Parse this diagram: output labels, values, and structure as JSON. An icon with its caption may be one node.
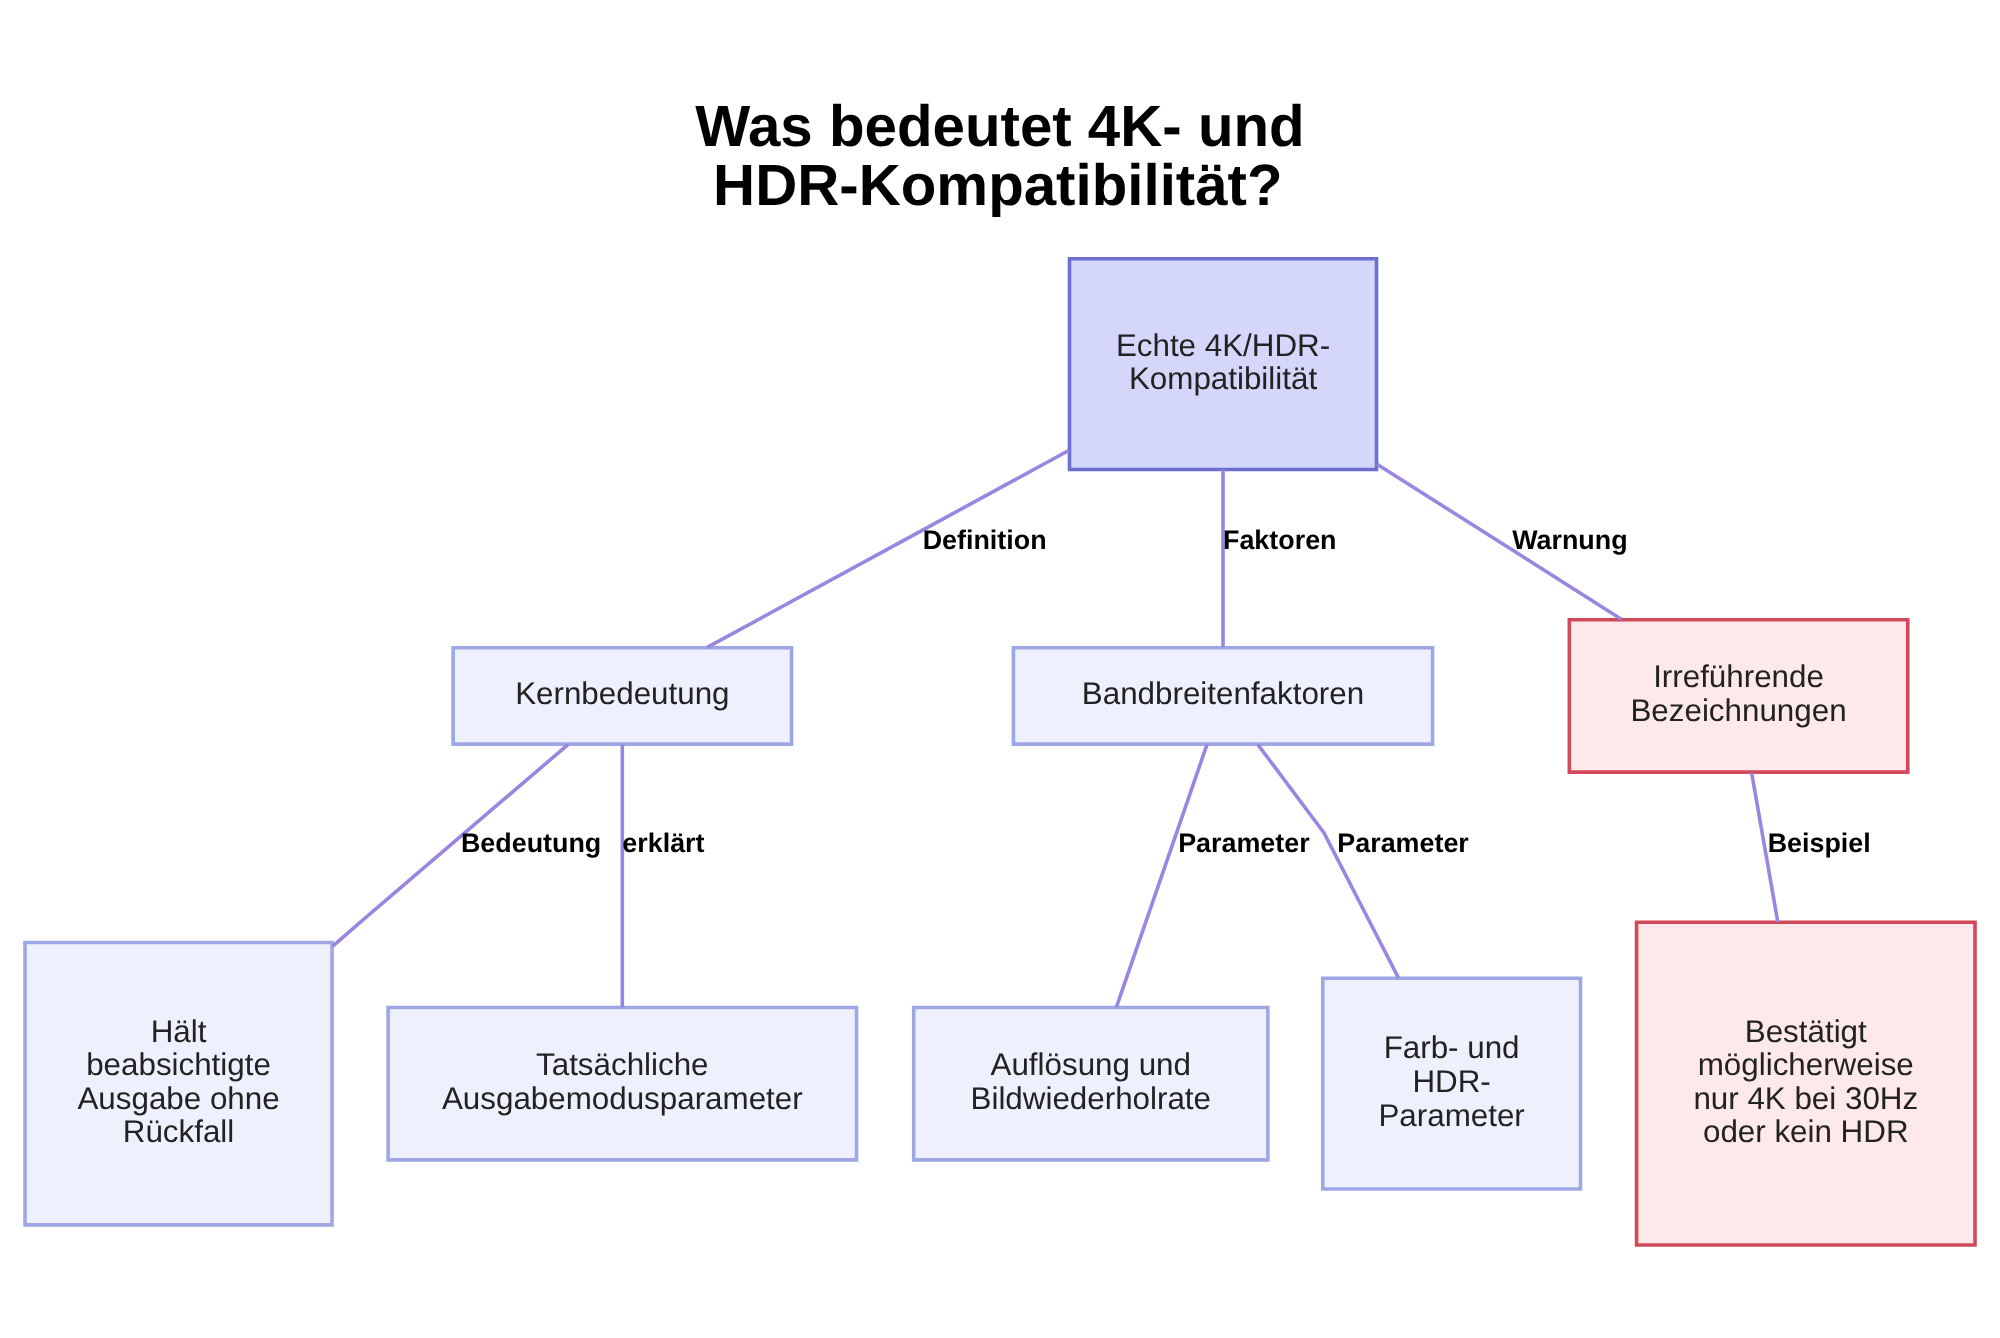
{
  "diagram": {
    "title": "Was bedeutet 4K- und HDR-Kompatibilität?",
    "nodes": [
      {
        "text": [
          "Echte 4K/HDR-Kompatibilität"
        ]
      },
      {
        "text": [
          "Kernbedeutung"
        ]
      },
      {
        "text": [
          "Bandbreitenfaktoren"
        ]
      },
      {
        "text": [
          "Irreführende Bezeichnungen"
        ]
      },
      {
        "text": [
          "Hält beabsichtigte Ausgabe ohne Rückfall"
        ]
      },
      {
        "text": [
          "Tatsächliche Ausgabemodusparameter"
        ]
      },
      {
        "text": [
          "Auflösung und Bildwiederholrate"
        ]
      },
      {
        "text": [
          "Farb- und HDR-Parameter"
        ]
      },
      {
        "text": [
          "Bestätigt möglicherweise nur 4K bei 30Hz oder kein HDR"
        ]
      }
    ],
    "edges": [
      {
        "from": 0,
        "to": 1,
        "arrow": "none",
        "label": "Definition"
      },
      {
        "from": 0,
        "to": 2,
        "arrow": "none",
        "label": "Faktoren"
      },
      {
        "from": 0,
        "to": 3,
        "arrow": "none",
        "label": "Warnung"
      },
      {
        "from": 1,
        "to": 4,
        "arrow": "none",
        "label": "Bedeutung"
      },
      {
        "from": 1,
        "to": 5,
        "arrow": "none",
        "label": "erklärt"
      },
      {
        "from": 2,
        "to": 6,
        "arrow": "none",
        "label": "Parameter"
      },
      {
        "from": 2,
        "to": 7,
        "arrow": "none",
        "label": "Parameter"
      },
      {
        "from": 3,
        "to": 8,
        "arrow": "none",
        "label": "Beispiel"
      }
    ]
  }
}
